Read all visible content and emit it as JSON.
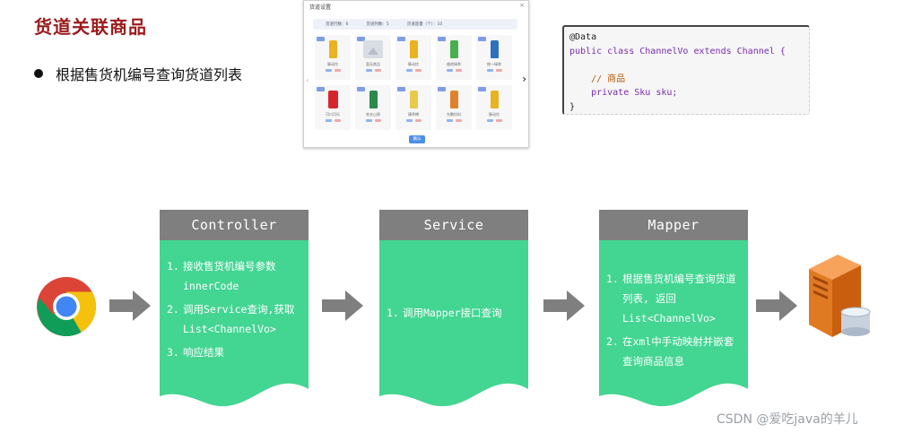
{
  "slide": {
    "title": "货道关联商品",
    "bullet": "根据售货机编号查询货道列表"
  },
  "screenshot": {
    "window_title": "货道设置",
    "close": "×",
    "stats": [
      "货道行数：6",
      "货道列数：5",
      "货道容量（个）：10"
    ],
    "products": [
      {
        "name": "脉动饮",
        "color": "#e9b321",
        "image": "bottle"
      },
      {
        "name": "暂无商品",
        "color": "#cfd6de",
        "image": "placeholder"
      },
      {
        "name": "脉动饮",
        "color": "#e9b321",
        "image": "bottle"
      },
      {
        "name": "维他绿茶",
        "color": "#47b04c",
        "image": "bottle"
      },
      {
        "name": "统一绿茶",
        "color": "#2f6fbf",
        "image": "bottle"
      },
      {
        "name": "可口可乐",
        "color": "#d6262b",
        "image": "can"
      },
      {
        "name": "农夫山泉",
        "color": "#2b8a4a",
        "image": "bottle"
      },
      {
        "name": "康师傅",
        "color": "#e7c94c",
        "image": "bottle"
      },
      {
        "name": "东鹏饮料",
        "color": "#e0812b",
        "image": "bottle"
      },
      {
        "name": "脉动饮",
        "color": "#e9b321",
        "image": "bottle"
      }
    ],
    "confirm_label": "确认"
  },
  "code": {
    "lines": [
      {
        "t": "@Data",
        "cls": ""
      },
      {
        "t": "public class ChannelVo extends Channel {",
        "cls": "kw"
      },
      {
        "t": "",
        "cls": ""
      },
      {
        "t": "    // 商品",
        "cls": "cm"
      },
      {
        "t": "    private Sku sku;",
        "cls": "kw"
      },
      {
        "t": "}",
        "cls": ""
      }
    ]
  },
  "flow": [
    {
      "title": "Controller",
      "items": [
        {
          "num": "1.",
          "text": "接收售货机编号参数 innerCode"
        },
        {
          "num": "2.",
          "text": "调用Service查询,获取 List<ChannelVo>"
        },
        {
          "num": "3.",
          "text": "响应结果"
        }
      ]
    },
    {
      "title": "Service",
      "items": [
        {
          "num": "1.",
          "text": "调用Mapper接口查询"
        }
      ]
    },
    {
      "title": "Mapper",
      "items": [
        {
          "num": "1.",
          "text": "根据售货机编号查询货道列表, 返回 List<ChannelVo>"
        },
        {
          "num": "2.",
          "text": "在xml中手动映射并嵌套查询商品信息"
        }
      ]
    }
  ],
  "colors": {
    "card_header": "#7f7f7f",
    "card_body": "#43d592",
    "arrow": "#7f7f7f",
    "title": "#9c1a1a"
  },
  "icons": {
    "browser": "chrome-icon",
    "database": "server-database-icon"
  },
  "watermark": "CSDN @爱吃java的羊儿"
}
